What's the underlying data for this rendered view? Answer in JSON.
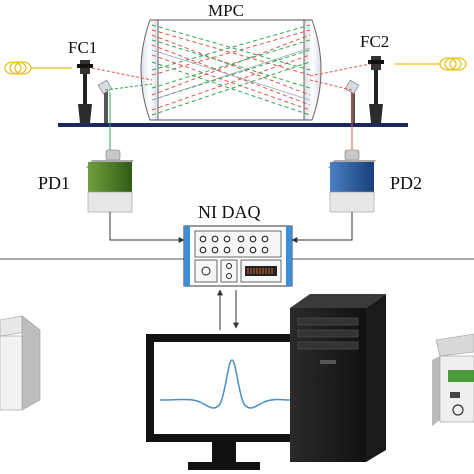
{
  "labels": {
    "mpc": "MPC",
    "fc1": "FC1",
    "fc2": "FC2",
    "pd1": "PD1",
    "pd2": "PD2",
    "daq": "NI DAQ"
  },
  "colors": {
    "beam_red": "#e0574f",
    "beam_green": "#2fa84f",
    "pd1_body": "#3f7a22",
    "pd2_body": "#1f4f93",
    "rail": "#1b2a5c",
    "daq_blue": "#3a8fd8",
    "waveform": "#4a90c8",
    "fiber": "#e8c21a"
  },
  "icons": [
    "fiber-coil-icon",
    "fiber-coupler-icon",
    "photodetector-icon",
    "daq-device-icon",
    "monitor-icon",
    "pc-tower-icon",
    "laser-source-icon",
    "instrument-icon"
  ]
}
